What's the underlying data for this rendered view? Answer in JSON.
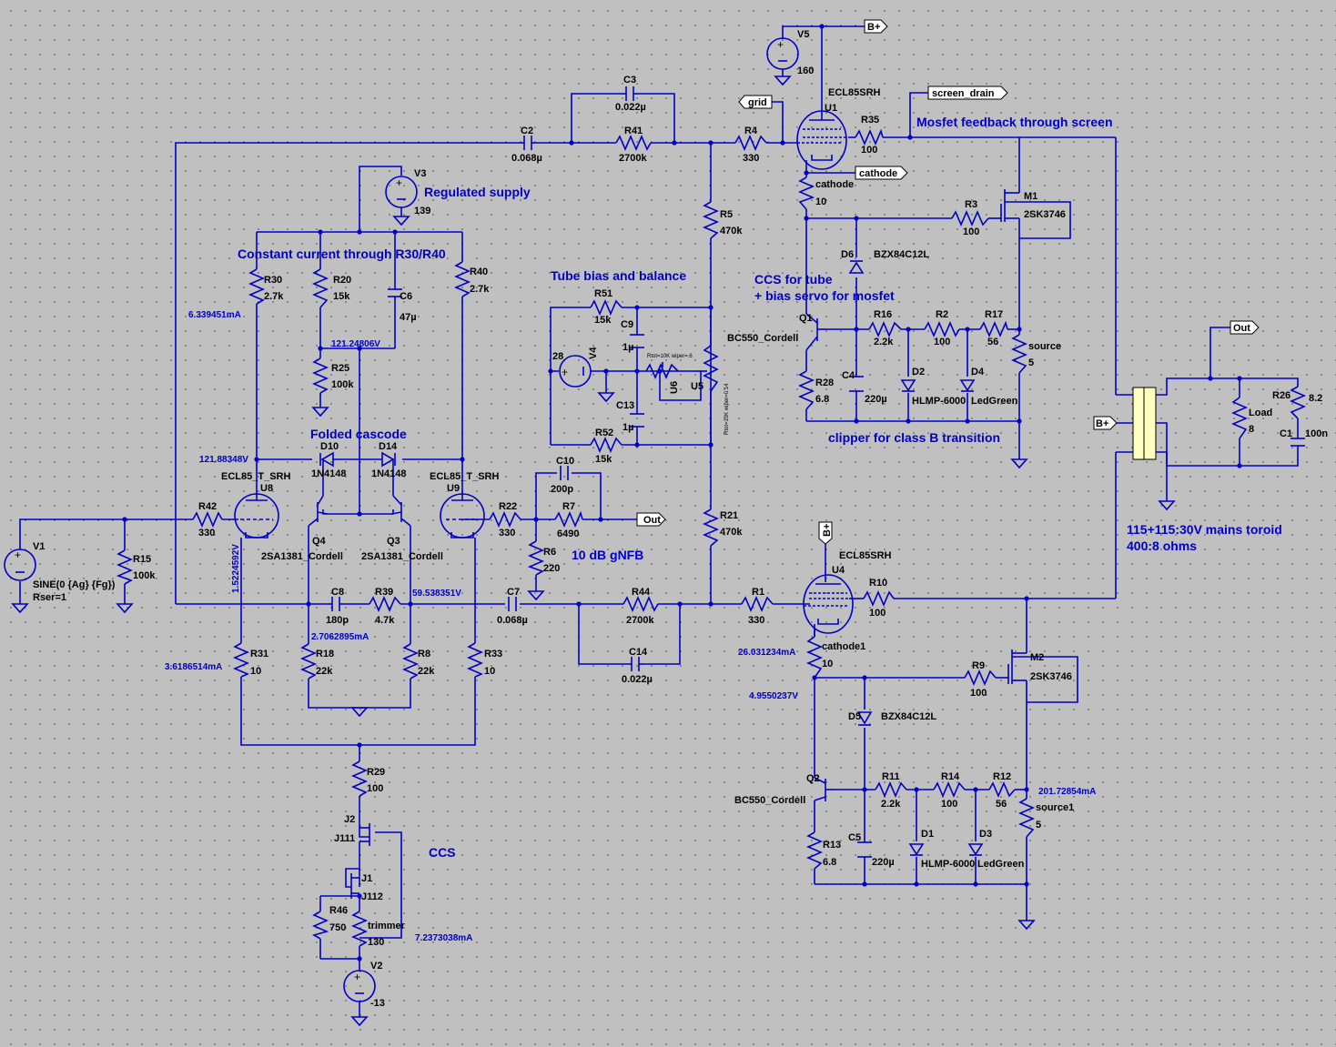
{
  "annotations": {
    "regulated_supply": "Regulated supply",
    "constant_current": "Constant current through R30/R40",
    "tube_bias": "Tube bias and balance",
    "folded_cascode": "Folded cascode",
    "gnfb": "10 dB gNFB",
    "ccs_tube1": "CCS for tube",
    "ccs_tube2": "+ bias servo for mosfet",
    "mosfet_feedback": "Mosfet feedback through screen",
    "clipper": "clipper for class B transition",
    "transformer1": "115+115:30V mains toroid",
    "transformer2": "400:8 ohms",
    "ccs": "CCS"
  },
  "measurements": {
    "i_r30": "6.339451mA",
    "v_r25": "121.24806V",
    "v_u8": "121.88348V",
    "v_u8k": "1.5224592V",
    "v_r39": "59.538351V",
    "i_r18": "2.7062895mA",
    "i_r31": "3.6186514mA",
    "i_u4": "26.031234mA",
    "v_cathode1": "4.9550237V",
    "i_source1": "201.72854mA",
    "i_ccs": "7.2373038mA"
  },
  "nets": {
    "bplus": "B+",
    "grid": "grid",
    "screen_drain": "screen_drain",
    "cathode": "cathode",
    "out": "Out"
  },
  "components": [
    {
      "ref": "V1",
      "value": "SINE(0 {Ag} {Fg})",
      "extra": "Rser=1"
    },
    {
      "ref": "R15",
      "value": "100k"
    },
    {
      "ref": "R42",
      "value": "330"
    },
    {
      "ref": "U8",
      "value": "ECL85_T_SRH"
    },
    {
      "ref": "V3",
      "value": "139"
    },
    {
      "ref": "R30",
      "value": "2.7k"
    },
    {
      "ref": "R20",
      "value": "15k"
    },
    {
      "ref": "C6",
      "value": "47µ"
    },
    {
      "ref": "R25",
      "value": "100k"
    },
    {
      "ref": "R40",
      "value": "2.7k"
    },
    {
      "ref": "D10",
      "value": "1N4148"
    },
    {
      "ref": "D14",
      "value": "1N4148"
    },
    {
      "ref": "Q4",
      "value": "2SA1381_Cordell"
    },
    {
      "ref": "Q3",
      "value": "2SA1381_Cordell"
    },
    {
      "ref": "U9",
      "value": "ECL85_T_SRH"
    },
    {
      "ref": "R22",
      "value": "330"
    },
    {
      "ref": "C8",
      "value": "180p"
    },
    {
      "ref": "R39",
      "value": "4.7k"
    },
    {
      "ref": "R31",
      "value": "10"
    },
    {
      "ref": "R18",
      "value": "22k"
    },
    {
      "ref": "R8",
      "value": "22k"
    },
    {
      "ref": "R33",
      "value": "10"
    },
    {
      "ref": "R29",
      "value": "100"
    },
    {
      "ref": "J2",
      "value": "J111"
    },
    {
      "ref": "J1",
      "value": "J112"
    },
    {
      "ref": "R46",
      "value": "750"
    },
    {
      "ref": "trimmer",
      "value": "130"
    },
    {
      "ref": "V2",
      "value": "-13"
    },
    {
      "ref": "C2",
      "value": "0.068µ"
    },
    {
      "ref": "C3",
      "value": "0.022µ"
    },
    {
      "ref": "R41",
      "value": "2700k"
    },
    {
      "ref": "R4",
      "value": "330"
    },
    {
      "ref": "R5",
      "value": "470k"
    },
    {
      "ref": "R51",
      "value": "15k"
    },
    {
      "ref": "C9",
      "value": "1µ"
    },
    {
      "ref": "V4",
      "value": "28"
    },
    {
      "ref": "U6",
      "value": "Rtot=10K wiper=.6"
    },
    {
      "ref": "U5",
      "value": "Rtot=10K wiper=0.14"
    },
    {
      "ref": "C13",
      "value": "1µ"
    },
    {
      "ref": "R52",
      "value": "15k"
    },
    {
      "ref": "C10",
      "value": "200p"
    },
    {
      "ref": "R7",
      "value": "6490"
    },
    {
      "ref": "R6",
      "value": "220"
    },
    {
      "ref": "R21",
      "value": "470k"
    },
    {
      "ref": "C7",
      "value": "0.068µ"
    },
    {
      "ref": "R44",
      "value": "2700k"
    },
    {
      "ref": "C14",
      "value": "0.022µ"
    },
    {
      "ref": "R1",
      "value": "330"
    },
    {
      "ref": "V5",
      "value": "160"
    },
    {
      "ref": "U1",
      "value": "ECL85SRH"
    },
    {
      "ref": "R35",
      "value": "100"
    },
    {
      "ref": "cathode",
      "value": "10"
    },
    {
      "ref": "R3",
      "value": "100"
    },
    {
      "ref": "M1",
      "value": "2SK3746"
    },
    {
      "ref": "D6",
      "value": "BZX84C12L"
    },
    {
      "ref": "Q1",
      "value": "BC550_Cordell"
    },
    {
      "ref": "R16",
      "value": "2.2k"
    },
    {
      "ref": "R2",
      "value": "100"
    },
    {
      "ref": "R17",
      "value": "56"
    },
    {
      "ref": "source",
      "value": "5"
    },
    {
      "ref": "R28",
      "value": "6.8"
    },
    {
      "ref": "C4",
      "value": "220µ"
    },
    {
      "ref": "D2",
      "value": "HLMP-6000"
    },
    {
      "ref": "D4",
      "value": "LedGreen"
    },
    {
      "ref": "U4",
      "value": "ECL85SRH"
    },
    {
      "ref": "R10",
      "value": "100"
    },
    {
      "ref": "cathode1",
      "value": "10"
    },
    {
      "ref": "R9",
      "value": "100"
    },
    {
      "ref": "M2",
      "value": "2SK3746"
    },
    {
      "ref": "D5",
      "value": "BZX84C12L"
    },
    {
      "ref": "Q2",
      "value": "BC550_Cordell"
    },
    {
      "ref": "R11",
      "value": "2.2k"
    },
    {
      "ref": "R14",
      "value": "100"
    },
    {
      "ref": "R12",
      "value": "56"
    },
    {
      "ref": "source1",
      "value": "5"
    },
    {
      "ref": "R13",
      "value": "6.8"
    },
    {
      "ref": "C5",
      "value": "220µ"
    },
    {
      "ref": "D1",
      "value": "HLMP-6000"
    },
    {
      "ref": "D3",
      "value": "LedGreen"
    },
    {
      "ref": "Load",
      "value": "8"
    },
    {
      "ref": "R26",
      "value": "8.2"
    },
    {
      "ref": "C1",
      "value": "100n"
    }
  ]
}
